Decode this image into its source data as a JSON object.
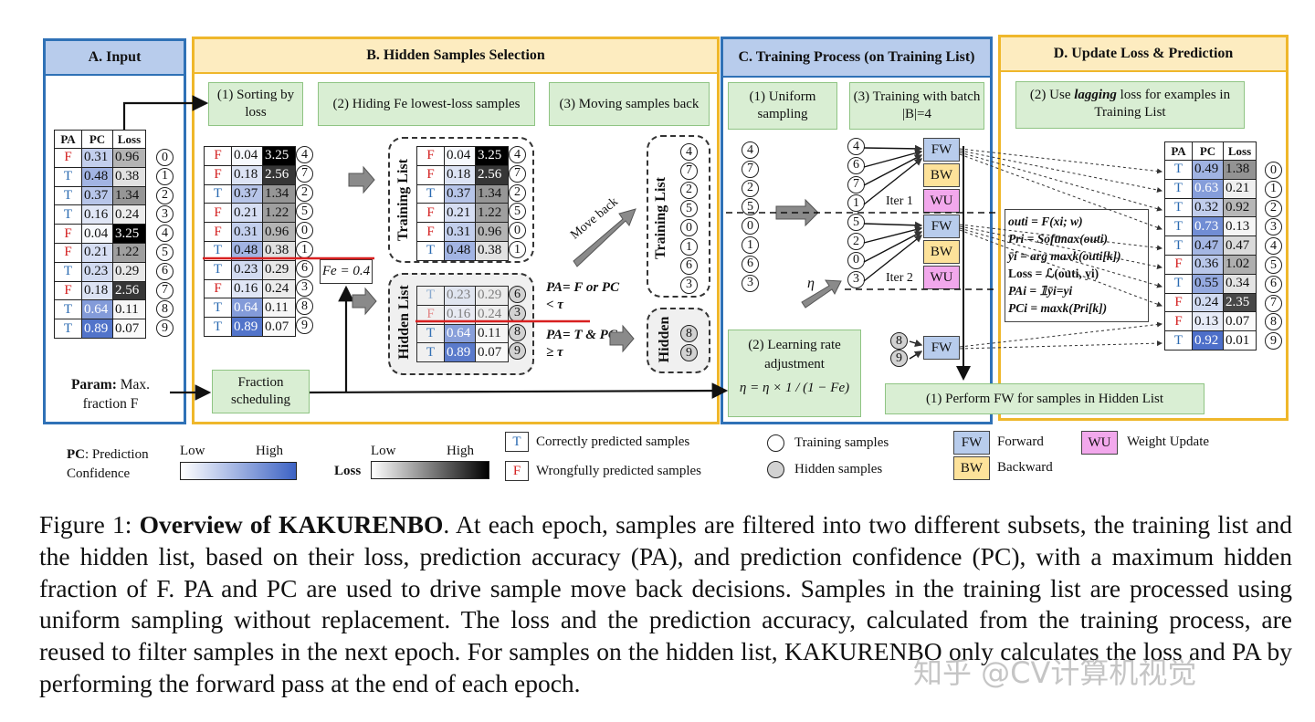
{
  "panels": {
    "a_title": "A. Input",
    "b_title": "B. Hidden Samples Selection",
    "c_title": "C. Training Process (on Training List)",
    "d_title": "D. Update Loss & Prediction"
  },
  "input_table": {
    "headers": [
      "PA",
      "PC",
      "Loss"
    ],
    "rows": [
      {
        "pa": "F",
        "pc": "0.31",
        "loss": "0.96",
        "id": "0"
      },
      {
        "pa": "T",
        "pc": "0.48",
        "loss": "0.38",
        "id": "1"
      },
      {
        "pa": "T",
        "pc": "0.37",
        "loss": "1.34",
        "id": "2"
      },
      {
        "pa": "T",
        "pc": "0.16",
        "loss": "0.24",
        "id": "3"
      },
      {
        "pa": "F",
        "pc": "0.04",
        "loss": "3.25",
        "id": "4"
      },
      {
        "pa": "F",
        "pc": "0.21",
        "loss": "1.22",
        "id": "5"
      },
      {
        "pa": "T",
        "pc": "0.23",
        "loss": "0.29",
        "id": "6"
      },
      {
        "pa": "F",
        "pc": "0.18",
        "loss": "2.56",
        "id": "7"
      },
      {
        "pa": "T",
        "pc": "0.64",
        "loss": "0.11",
        "id": "8"
      },
      {
        "pa": "T",
        "pc": "0.89",
        "loss": "0.07",
        "id": "9"
      }
    ]
  },
  "param_label": "Param:",
  "param_text": "Max. fraction F",
  "sorted_table": {
    "rows": [
      {
        "pa": "F",
        "pc": "0.04",
        "loss": "3.25",
        "id": "4"
      },
      {
        "pa": "F",
        "pc": "0.18",
        "loss": "2.56",
        "id": "7"
      },
      {
        "pa": "T",
        "pc": "0.37",
        "loss": "1.34",
        "id": "2"
      },
      {
        "pa": "F",
        "pc": "0.21",
        "loss": "1.22",
        "id": "5"
      },
      {
        "pa": "F",
        "pc": "0.31",
        "loss": "0.96",
        "id": "0"
      },
      {
        "pa": "T",
        "pc": "0.48",
        "loss": "0.38",
        "id": "1"
      },
      {
        "pa": "T",
        "pc": "0.23",
        "loss": "0.29",
        "id": "6"
      },
      {
        "pa": "F",
        "pc": "0.16",
        "loss": "0.24",
        "id": "3"
      },
      {
        "pa": "T",
        "pc": "0.64",
        "loss": "0.11",
        "id": "8"
      },
      {
        "pa": "T",
        "pc": "0.89",
        "loss": "0.07",
        "id": "9"
      }
    ]
  },
  "training_list_table": {
    "rows": [
      {
        "pa": "F",
        "pc": "0.04",
        "loss": "3.25",
        "id": "4"
      },
      {
        "pa": "F",
        "pc": "0.18",
        "loss": "2.56",
        "id": "7"
      },
      {
        "pa": "T",
        "pc": "0.37",
        "loss": "1.34",
        "id": "2"
      },
      {
        "pa": "F",
        "pc": "0.21",
        "loss": "1.22",
        "id": "5"
      },
      {
        "pa": "F",
        "pc": "0.31",
        "loss": "0.96",
        "id": "0"
      },
      {
        "pa": "T",
        "pc": "0.48",
        "loss": "0.38",
        "id": "1"
      }
    ]
  },
  "hidden_list_table": {
    "rows": [
      {
        "pa": "T",
        "pc": "0.23",
        "loss": "0.29",
        "id": "6"
      },
      {
        "pa": "F",
        "pc": "0.16",
        "loss": "0.24",
        "id": "3"
      },
      {
        "pa": "T",
        "pc": "0.64",
        "loss": "0.11",
        "id": "8"
      },
      {
        "pa": "T",
        "pc": "0.89",
        "loss": "0.07",
        "id": "9"
      }
    ]
  },
  "steps": {
    "sorting": "(1) Sorting by loss",
    "hiding": "(2) Hiding Fe lowest-loss samples",
    "moving": "(3) Moving samples back",
    "fraction": "Fraction scheduling",
    "uniform": "(1) Uniform sampling",
    "batch": "(3) Training with batch |B|=4",
    "lr": "(2) Learning rate adjustment",
    "lagging_pre": "(2) Use ",
    "lagging_em": "lagging",
    "lagging_post": " loss for examples in Training List",
    "perform_fw": "(1) Perform FW for samples in Hidden List"
  },
  "labels": {
    "training_list": "Training List",
    "hidden_list": "Hidden List",
    "hidden": "Hidden",
    "move_back": "Move back",
    "fe_value": "Fe = 0.4",
    "cond1": "PA= F or PC < τ",
    "cond2": "PA= T & PC ≥ τ",
    "iter1": "Iter 1",
    "iter2": "Iter 2",
    "eta": "η",
    "lr_formula": "η = η × 1 / (1 − Fe)"
  },
  "uniform_order": [
    "4",
    "7",
    "2",
    "5",
    "0",
    "1",
    "6",
    "3"
  ],
  "batch_order": [
    "4",
    "6",
    "7",
    "1",
    "5",
    "2",
    "0",
    "3"
  ],
  "hidden_order": [
    "8",
    "9"
  ],
  "blocks": {
    "fw": "FW",
    "bw": "BW",
    "wu": "WU"
  },
  "formulas": [
    "outi = F(xi; w)",
    "Pri = Softmax(outi)",
    "ȳi = arg maxk(outi[k])",
    "Loss = ℒ(outi, yi)",
    "PAi = 𝟙ȳi=yi",
    "PCi = maxk(Pri[k])"
  ],
  "updated_table": {
    "headers": [
      "PA",
      "PC",
      "Loss"
    ],
    "rows": [
      {
        "pa": "T",
        "pc": "0.49",
        "loss": "1.38",
        "id": "0"
      },
      {
        "pa": "T",
        "pc": "0.63",
        "loss": "0.21",
        "id": "1"
      },
      {
        "pa": "T",
        "pc": "0.32",
        "loss": "0.92",
        "id": "2"
      },
      {
        "pa": "T",
        "pc": "0.73",
        "loss": "0.13",
        "id": "3"
      },
      {
        "pa": "T",
        "pc": "0.47",
        "loss": "0.47",
        "id": "4"
      },
      {
        "pa": "F",
        "pc": "0.36",
        "loss": "1.02",
        "id": "5"
      },
      {
        "pa": "T",
        "pc": "0.55",
        "loss": "0.34",
        "id": "6"
      },
      {
        "pa": "F",
        "pc": "0.24",
        "loss": "2.35",
        "id": "7"
      },
      {
        "pa": "F",
        "pc": "0.13",
        "loss": "0.07",
        "id": "8"
      },
      {
        "pa": "T",
        "pc": "0.92",
        "loss": "0.01",
        "id": "9"
      }
    ]
  },
  "legend": {
    "pc_label": "PC",
    "pc_text": ": Prediction Confidence",
    "low": "Low",
    "high": "High",
    "loss": "Loss",
    "t_mark": "T",
    "f_mark": "F",
    "correct": "Correctly predicted samples",
    "wrong": "Wrongfully predicted samples",
    "training_samples": "Training samples",
    "hidden_samples": "Hidden samples",
    "forward": "Forward",
    "backward": "Backward",
    "weight_update": "Weight Update"
  },
  "caption": {
    "lead": "Figure 1: ",
    "bold": "Overview of KAKURENBO",
    "rest": ". At each epoch, samples are filtered into two different subsets, the training list and the hidden list, based on their loss, prediction accuracy (PA), and prediction confidence (PC), with a maximum hidden fraction of F. PA and PC are used to drive sample move back decisions. Samples in the training list are processed using uniform sampling without replacement. The loss and the prediction accuracy, calculated from the training process, are reused to filter samples in the next epoch. For samples on the hidden list, KAKURENBO only calculates the loss and PA by performing the forward pass at the end of each epoch."
  },
  "watermark": "知乎 @CV计算机视觉",
  "colors": {
    "blue_border": "#2f71b6",
    "yellow_border": "#efb72b",
    "green_box": "#d9eed3",
    "true_blue": "#2a6ab1",
    "false_red": "#d32020"
  }
}
